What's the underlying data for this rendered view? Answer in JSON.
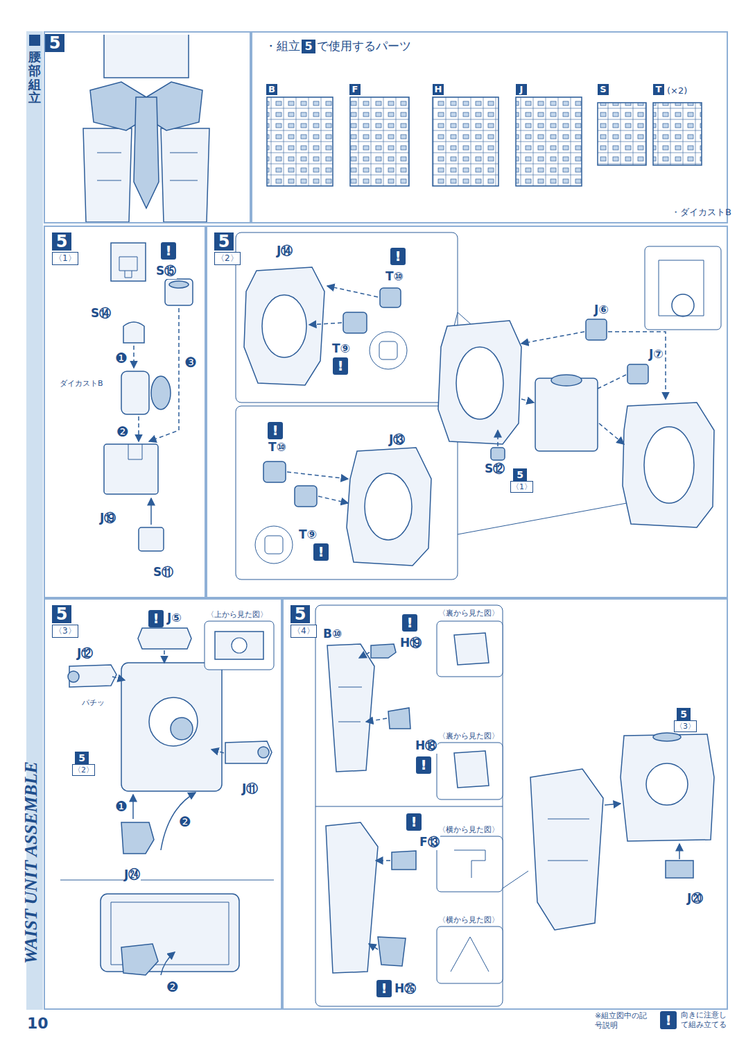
{
  "diagram": {
    "title": "腰部組立",
    "nodes": [
      {
        "text": [
          "5"
        ]
      },
      {
        "text": [
          "・組立",
          "5",
          "で使用するパーツ"
        ]
      },
      {
        "text": [
          "5",
          "〈1〉"
        ]
      },
      {
        "text": [
          "5",
          "〈2〉"
        ]
      },
      {
        "text": [
          "5",
          "〈3〉"
        ]
      },
      {
        "text": [
          "5",
          "〈4〉"
        ]
      }
    ],
    "labels": [
      "B",
      "F",
      "H",
      "J",
      "S",
      "T",
      "(×2)",
      "・ダイカストB",
      "!",
      "S⑮",
      "S⑭",
      "❶",
      "ダイカストB",
      "❷",
      "❸",
      "J⑲",
      "S⑪",
      "J⑭",
      "!",
      "T⑩",
      "T⑨",
      "!",
      "!",
      "T⑩",
      "J⑬",
      "T⑨",
      "!",
      "J⑥",
      "J⑦",
      "S⑫",
      "5",
      "〈1〉",
      "!",
      "J⑤",
      "〈上から見た図〉",
      "J⑫",
      "パチッ",
      "5",
      "〈2〉",
      "J⑪",
      "❶",
      "❷",
      "J㉔",
      "❷",
      "B⑩",
      "!",
      "H⑲",
      "〈裏から見た図〉",
      "H⑱",
      "!",
      "〈裏から見た図〉",
      "!",
      "F⑬",
      "〈横から見た図〉",
      "〈横から見た図〉",
      "!",
      "H㉖",
      "5",
      "〈3〉",
      "J⑳",
      "10",
      "WAIST UNIT ASSEMBLE",
      "※組立図中の記号説明",
      "!"
    ],
    "legend": [
      {
        "text": "向きに注意して組み立てる",
        "color": "#1f4e8c"
      }
    ]
  }
}
